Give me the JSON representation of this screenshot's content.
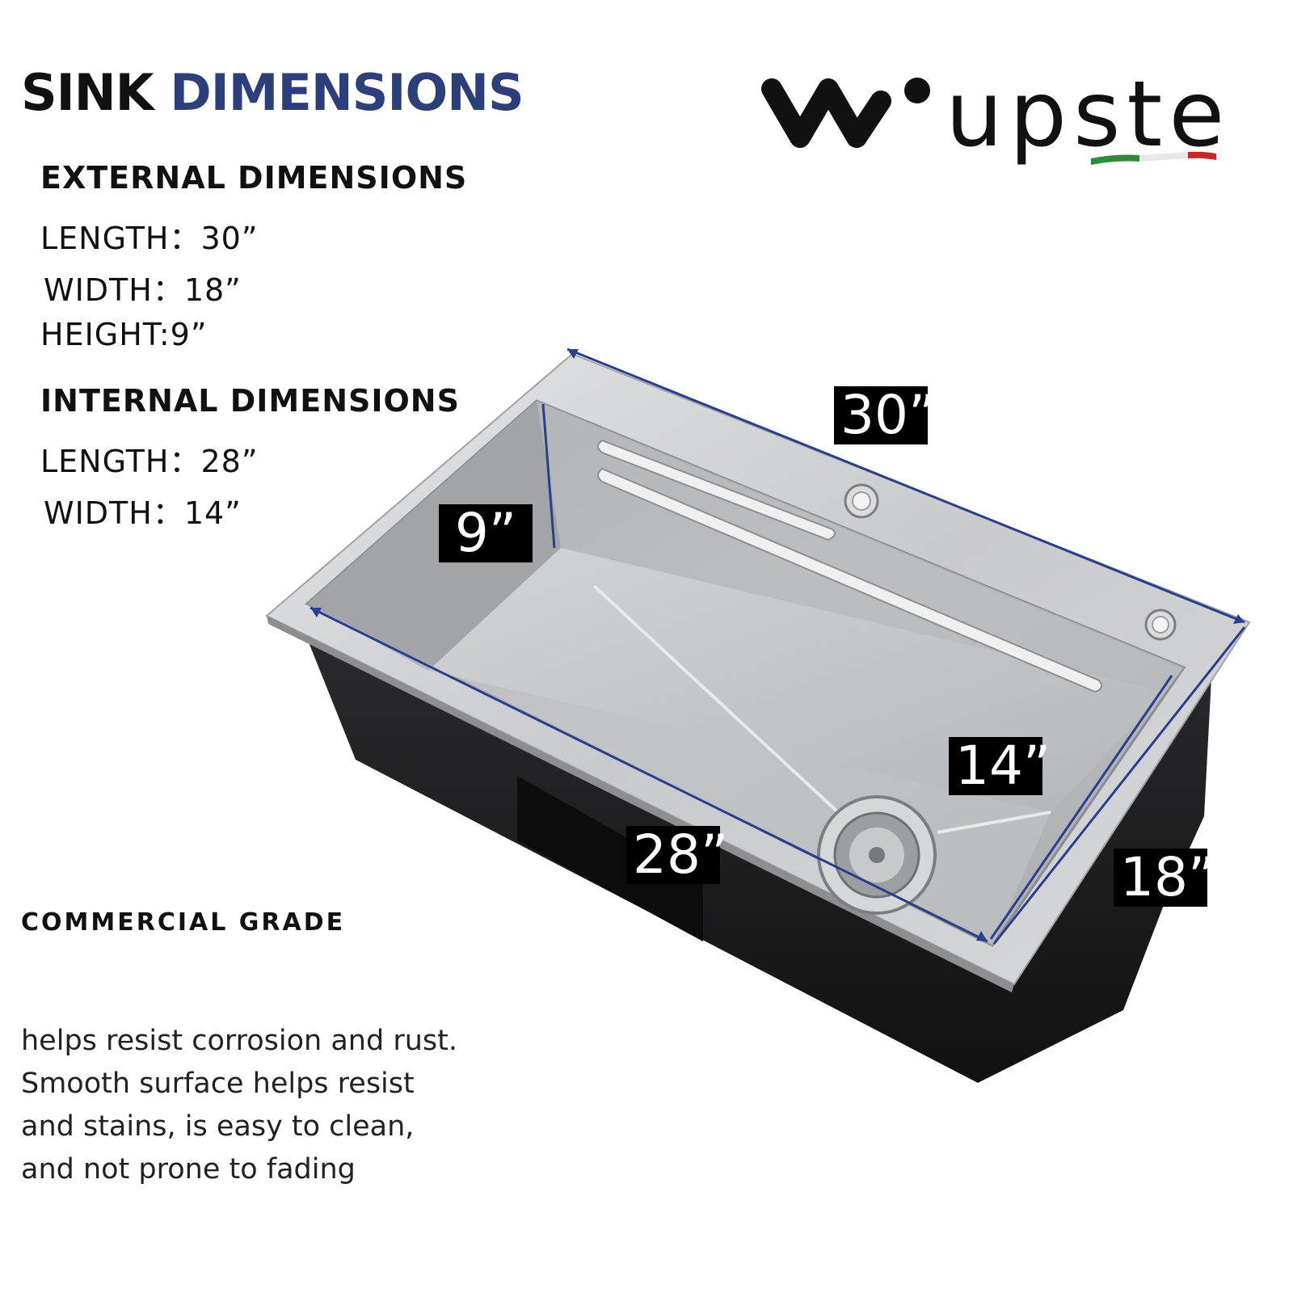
{
  "header": {
    "title_part1": "SINK",
    "title_part2": "DIMENSIONS",
    "title_color_dark": "#111111",
    "title_color_accent": "#2d3f7b"
  },
  "brand": {
    "logo_text": "upste",
    "stripe_colors": [
      "#2e8b3a",
      "#ffffff",
      "#c62828"
    ]
  },
  "external": {
    "heading": "EXTERNAL DIMENSIONS",
    "length": "LENGTH：30”",
    "width": "WIDTH：18”",
    "height": "HEIGHT:9”"
  },
  "internal": {
    "heading": "INTERNAL DIMENSIONS",
    "length": "LENGTH：28”",
    "width": "WIDTH：14”"
  },
  "callouts": {
    "ext_length": "30”",
    "depth": "9”",
    "int_width": "14”",
    "int_length": "28”",
    "ext_width": "18”"
  },
  "grade": {
    "heading": "COMMERCIAL GRADE",
    "lines": [
      "helps resist corrosion and rust.",
      "Smooth surface helps resist",
      "and stains, is easy to clean,",
      "and not prone to fading"
    ]
  },
  "colors": {
    "dimension_line": "#2b3f8f",
    "steel_light": "#d9dadc",
    "steel_dark": "#9a9c9f",
    "sink_body": "#1c1c1e"
  }
}
